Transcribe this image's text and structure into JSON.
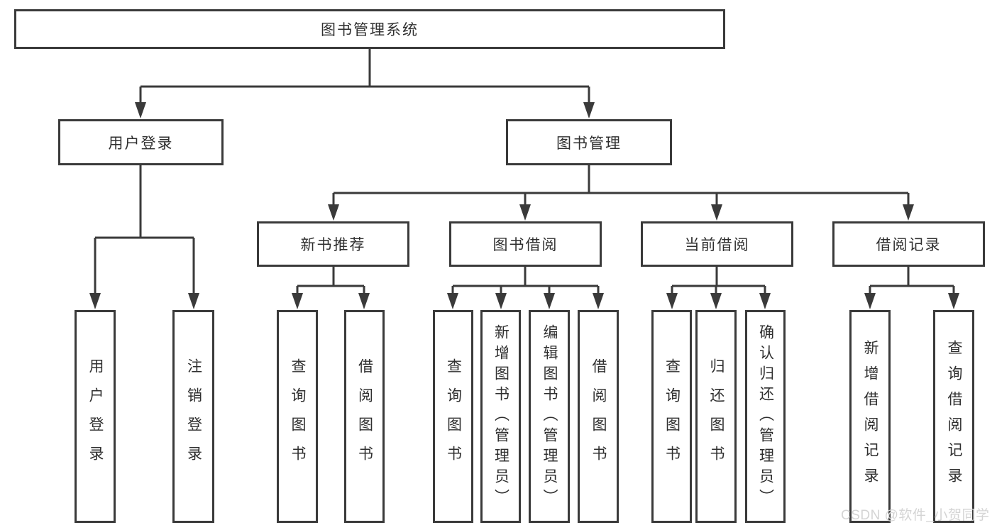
{
  "colors": {
    "line": "#3a3a3a",
    "text": "#2f2f2f",
    "background": "#ffffff",
    "watermark": "#d4d4d4"
  },
  "watermark": "CSDN @软件_小贺同学",
  "tree": {
    "root": {
      "label": "图书管理系统"
    },
    "branches": [
      {
        "label": "用户登录",
        "children": [
          {
            "label": "用户登录"
          },
          {
            "label": "注销登录"
          }
        ]
      },
      {
        "label": "图书管理",
        "sections": [
          {
            "label": "新书推荐",
            "children": [
              {
                "label": "查询图书"
              },
              {
                "label": "借阅图书"
              }
            ]
          },
          {
            "label": "图书借阅",
            "children": [
              {
                "label": "查询图书"
              },
              {
                "label": "新增图书（管理员）"
              },
              {
                "label": "编辑图书（管理员）"
              },
              {
                "label": "借阅图书"
              }
            ]
          },
          {
            "label": "当前借阅",
            "children": [
              {
                "label": "查询图书"
              },
              {
                "label": "归还图书"
              },
              {
                "label": "确认归还（管理员）"
              }
            ]
          },
          {
            "label": "借阅记录",
            "children": [
              {
                "label": "新增借阅记录"
              },
              {
                "label": "查询借阅记录"
              }
            ]
          }
        ]
      }
    ]
  }
}
